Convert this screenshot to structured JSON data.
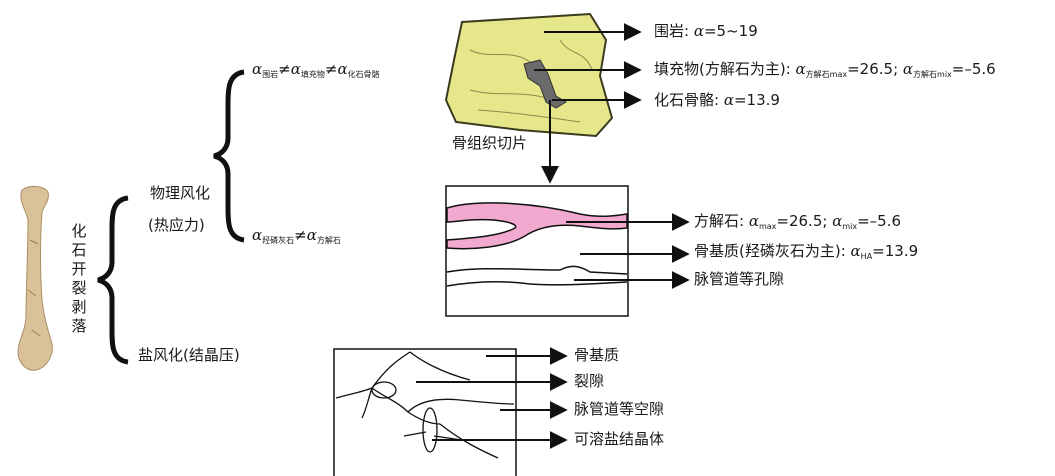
{
  "left": {
    "vertical_title": "化石开裂剥落",
    "physical": {
      "line1": "物理风化",
      "line2": "(热应力)"
    },
    "salt": "盐风化(结晶压)"
  },
  "eq1": {
    "alpha": "α",
    "s1": "围岩",
    "neq1": "≠",
    "s2": "填充物",
    "neq2": "≠",
    "s3": "化石骨骼"
  },
  "eq2": {
    "alpha": "α",
    "s1": "羟磷灰石",
    "neq": "≠",
    "s2": "方解石"
  },
  "slice_label": "骨组织切片",
  "top_labels": {
    "rock": {
      "text": "围岩: ",
      "alpha": "α",
      "value": "=5~19"
    },
    "fill": {
      "text": "填充物(方解石为主): ",
      "alpha1": "α",
      "sub1": "方解石max",
      "val1": "=26.5; ",
      "alpha2": "α",
      "sub2": "方解石mix",
      "val2": "=–5.6"
    },
    "bone": {
      "text": "化石骨骼: ",
      "alpha": "α",
      "value": "=13.9"
    }
  },
  "mid_labels": {
    "calcite": {
      "text": "方解石: ",
      "alpha1": "α",
      "sub1": "max",
      "val1": "=26.5; ",
      "alpha2": "α",
      "sub2": "mix",
      "val2": "=–5.6"
    },
    "matrix": {
      "text": "骨基质(羟磷灰石为主): ",
      "alpha": "α",
      "sub": "HA",
      "val": "=13.9"
    },
    "pores": {
      "text": "脉管道等孔隙"
    }
  },
  "bottom_labels": {
    "matrix": "骨基质",
    "crack": "裂隙",
    "voids": "脉管道等空隙",
    "salt": "可溶盐结晶体"
  },
  "colors": {
    "rock_fill": "#e6e68a",
    "calcite_pink": "#f2a9cf",
    "fill_grey": "#6b6b6b",
    "bone_tan": "#d9c29a"
  }
}
